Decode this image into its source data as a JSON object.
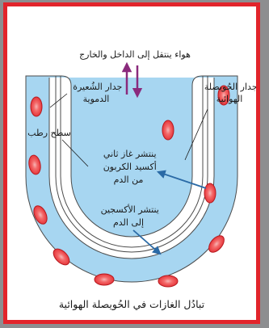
{
  "labels": {
    "air_flow": "هواء ينتقل إلى الداخل والخارج",
    "capillary_wall": [
      "جدار الشُعيرة",
      "الدموية"
    ],
    "alveolus_wall": [
      "جدار الحُويصلة",
      "الهوائية"
    ],
    "moist_surface": "سطح رطب",
    "co2_diffusion": [
      "ينتشر غاز ثاني",
      "أكسيد الكربون",
      "من الدم"
    ],
    "o2_diffusion": [
      "ينتشر الأكسجين",
      "إلى الدم"
    ],
    "caption": "تبادُل الغازات في الحُويصلة الهوائية"
  },
  "colors": {
    "border": "#e2242b",
    "background": "#8d8e90",
    "capillary_fill": "#a7d6f1",
    "blood_cell": "#e2242b",
    "air_arrow": "#8a2a7c",
    "diffusion_arrow": "#2a6aa6",
    "outline": "#4b4b4b"
  }
}
